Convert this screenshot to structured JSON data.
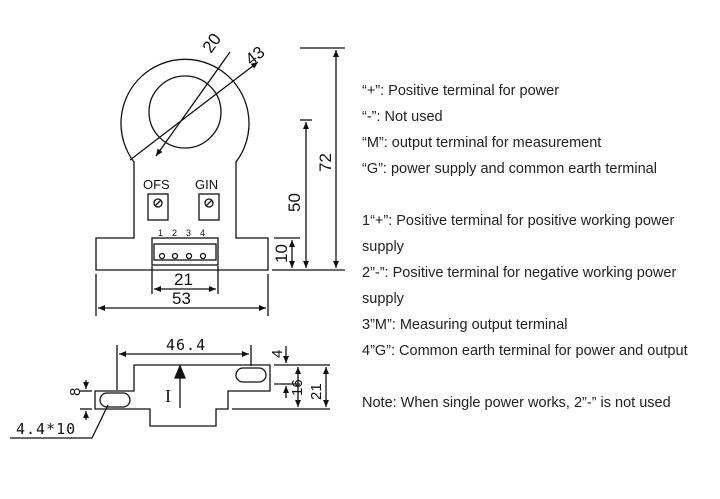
{
  "dimensions": {
    "ring_inner": "20",
    "ring_outer": "43",
    "total_height": "72",
    "mid_height": "50",
    "base_height": "10",
    "pin_pitch": "21",
    "base_width": "53",
    "slot_spacing": "46.4",
    "slot_offset": "4",
    "side_height": "8",
    "slot_height": "16",
    "side_total": "21",
    "hole_size": "4.4*10"
  },
  "labels": {
    "ofs": "OFS",
    "gin": "GIN",
    "current_dir": "I",
    "pins": [
      "1",
      "2",
      "3",
      "4"
    ]
  },
  "notes": {
    "plus": "“+”: Positive terminal for power",
    "minus": "“-”: Not used",
    "m": "“M”: output terminal for measurement",
    "g": "“G”: power supply and common earth terminal",
    "pin1": "1“+”: Positive terminal for positive working power supply",
    "pin2": "2”-”: Positive terminal for negative working power supply",
    "pin3": "3”M”: Measuring output terminal",
    "pin4": "4”G”: Common earth terminal for power and output",
    "note": "Note: When single power works, 2”-” is not used"
  }
}
